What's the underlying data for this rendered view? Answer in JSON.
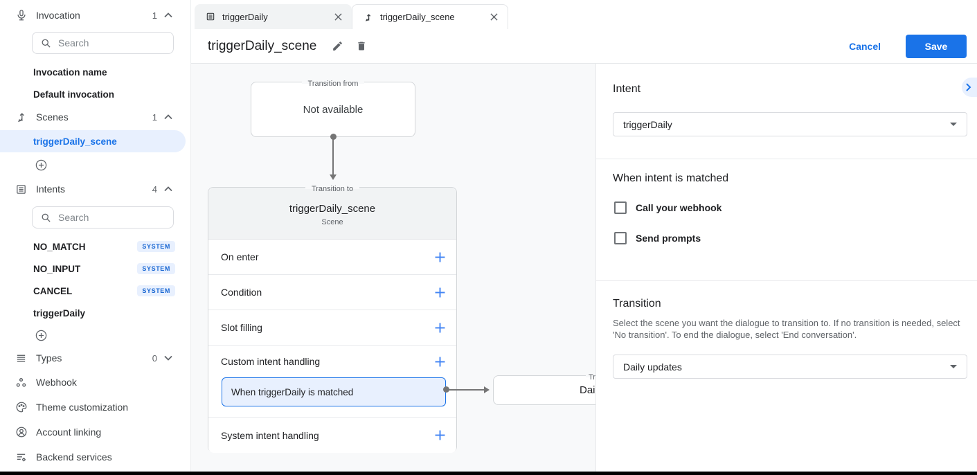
{
  "colors": {
    "accent": "#1a73e8",
    "accent_light_bg": "#e8f0fe",
    "badge_text": "#1967d2",
    "canvas_bg": "#f8f9fa",
    "scene_header_bg": "#f1f3f4",
    "text_primary": "#202124",
    "text_secondary": "#5f6368"
  },
  "tabs": [
    {
      "icon": "intent-icon",
      "label": "triggerDaily"
    },
    {
      "icon": "scene-icon",
      "label": "triggerDaily_scene"
    }
  ],
  "header": {
    "title": "triggerDaily_scene",
    "cancel_label": "Cancel",
    "save_label": "Save"
  },
  "sidebar": {
    "search_placeholder": "Search",
    "invocation": {
      "label": "Invocation",
      "count": "1"
    },
    "invocation_items": [
      {
        "label": "Invocation name"
      },
      {
        "label": "Default invocation"
      }
    ],
    "scenes": {
      "label": "Scenes",
      "count": "1"
    },
    "scene_items": [
      {
        "label": "triggerDaily_scene",
        "selected": true
      }
    ],
    "intents": {
      "label": "Intents",
      "count": "4"
    },
    "intent_items": [
      {
        "label": "NO_MATCH",
        "badge": "SYSTEM"
      },
      {
        "label": "NO_INPUT",
        "badge": "SYSTEM"
      },
      {
        "label": "CANCEL",
        "badge": "SYSTEM"
      },
      {
        "label": "triggerDaily",
        "badge": ""
      }
    ],
    "types": {
      "label": "Types",
      "count": "0"
    },
    "nav_items": [
      {
        "label": "Webhook"
      },
      {
        "label": "Theme customization"
      },
      {
        "label": "Account linking"
      },
      {
        "label": "Backend services"
      }
    ]
  },
  "canvas": {
    "from_node": {
      "legend": "Transition from",
      "body": "Not available"
    },
    "scene_node": {
      "legend": "Transition to",
      "title": "triggerDaily_scene",
      "subtitle": "Scene",
      "rows": [
        {
          "label": "On enter"
        },
        {
          "label": "Condition"
        },
        {
          "label": "Slot filling"
        },
        {
          "label": "Custom intent handling"
        },
        {
          "label": "System intent handling"
        }
      ],
      "handler_label": "When triggerDaily is matched"
    },
    "clipped_node": {
      "legend_visible": "Tr",
      "body_visible": "Dail"
    }
  },
  "panel": {
    "intent_heading": "Intent",
    "intent_value": "triggerDaily",
    "matched_heading": "When intent is matched",
    "webhook_checkbox": {
      "label": "Call your webhook",
      "checked": false
    },
    "prompts_checkbox": {
      "label": "Send prompts",
      "checked": false
    },
    "transition_heading": "Transition",
    "transition_description": "Select the scene you want the dialogue to transition to. If no transition is needed, select 'No transition'. To end the dialogue, select 'End conversation'.",
    "transition_value": "Daily updates"
  }
}
